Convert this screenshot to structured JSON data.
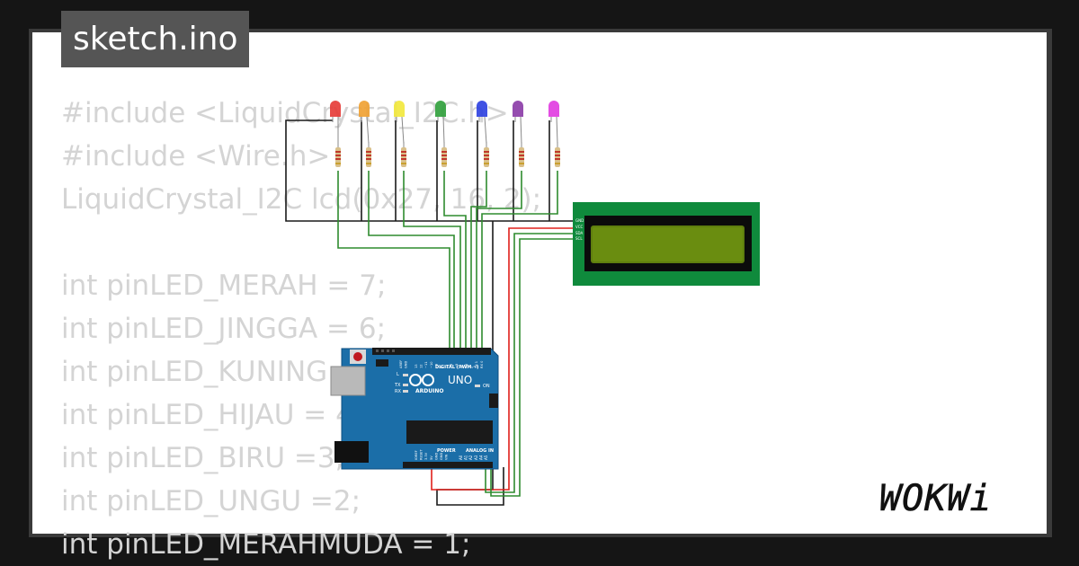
{
  "window": {
    "filename": "sketch.ino"
  },
  "code": {
    "lines": [
      "#include <LiquidCrystal_I2C.h>",
      "#include <Wire.h>",
      "LiquidCrystal_I2C lcd(0x27, 16, 2);",
      "",
      "int pinLED_MERAH = 7;",
      "int pinLED_JINGGA = 6;",
      "int pinLED_KUNING = 5;",
      "int pinLED_HIJAU = 4;",
      "int pinLED_BIRU =3;",
      "int pinLED_UNGU =2;",
      "int pinLED_MERAHMUDA = 1;"
    ]
  },
  "circuit": {
    "leds": [
      {
        "color": "#e53935"
      },
      {
        "color": "#f0a030"
      },
      {
        "color": "#f2e83a"
      },
      {
        "color": "#2e9e3a"
      },
      {
        "color": "#2b3fe0"
      },
      {
        "color": "#8a3aa6"
      },
      {
        "color": "#e03ae0"
      }
    ],
    "arduino": {
      "brand": "ARDUINO",
      "model": "UNO",
      "digital_label": "DIGITAL (PWM ~)",
      "power_label": "POWER",
      "analog_label": "ANALOG IN",
      "led_labels": [
        "L",
        "TX",
        "RX"
      ],
      "on_label": "ON",
      "analog_pins": [
        "A0",
        "A1",
        "A2",
        "A3",
        "A4",
        "A5"
      ],
      "power_pins": [
        "IOREF",
        "RESET",
        "3.3V",
        "5V",
        "GND",
        "GND",
        "VIN"
      ],
      "header_left": [
        "AREF",
        "GND"
      ],
      "digital_pins": [
        "13",
        "12",
        "~11",
        "~10",
        "~9",
        "8",
        "7",
        "~6",
        "~5",
        "4",
        "~3",
        "2",
        "TX 1",
        "RX 0"
      ]
    },
    "lcd": {
      "pins": [
        "GND",
        "VCC",
        "SDA",
        "SCL"
      ]
    }
  },
  "logo": {
    "text": "WOKWi"
  }
}
